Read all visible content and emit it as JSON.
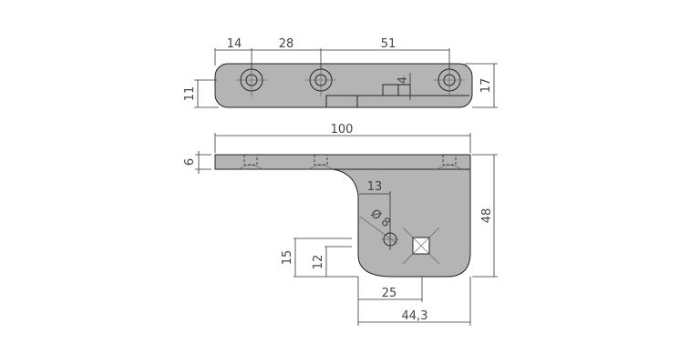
{
  "top_view": {
    "dims": {
      "d14": "14",
      "d28": "28",
      "d51": "51",
      "d4": "4",
      "d11": "11",
      "d17": "17"
    }
  },
  "front_view": {
    "dims": {
      "d100": "100",
      "d6": "6",
      "d48": "48",
      "d13": "13",
      "diameter": "Ø 8",
      "d15": "15",
      "d12": "12",
      "d25": "25",
      "d44_3": "44,3"
    }
  }
}
